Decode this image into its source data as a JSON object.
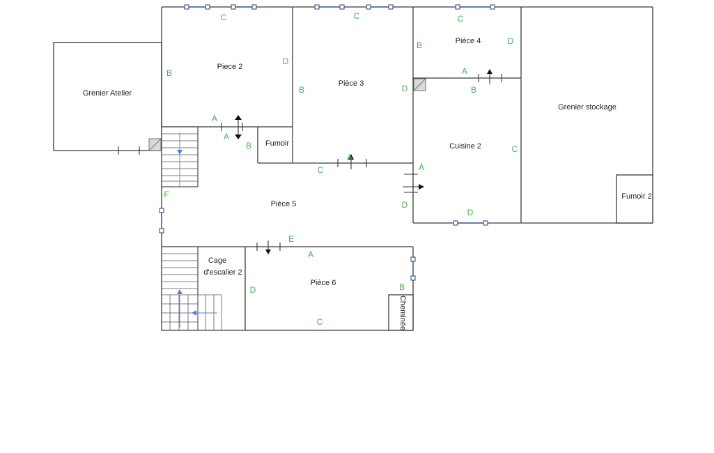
{
  "rooms": {
    "grenier_atelier": "Grenier Atelier",
    "piece2": "Piece 2",
    "piece3": "Pièce 3",
    "piece4": "Pièce 4",
    "grenier_stockage": "Grenier stockage",
    "fumoir": "Fumoir",
    "cuisine2": "Cuisine 2",
    "fumoir2": "Fumoir 2",
    "piece5": "Pièce 5",
    "cage_line1": "Cage",
    "cage_line2": "d'escalier 2",
    "piece6": "Pièce 6",
    "cheminee": "Cheminée"
  },
  "wall_marks": {
    "p2_c": "C",
    "p2_b": "B",
    "p2_d": "D",
    "p2_a": "A",
    "p3_c": "C",
    "p3_b": "B",
    "p3_d": "D",
    "p4_c": "C",
    "p4_b": "B",
    "p4_d": "D",
    "p4_a": "A",
    "cu_b": "B",
    "cu_c": "C",
    "cu_a": "A",
    "cu_d": "D",
    "p5_a": "A",
    "p5_b": "B",
    "p5_c": "C",
    "p5_a2": "A",
    "p5_f": "F",
    "p5_d": "D",
    "p5_e": "E",
    "p6_a": "A",
    "p6_d": "D",
    "p6_b": "B",
    "p6_c": "C"
  },
  "colors": {
    "wall_label": "#4caf50",
    "wall_line": "#3a3a3a",
    "window": "#3f5fae",
    "stair_arrow": "#5b7fce"
  },
  "icons": {
    "window": "window-icon",
    "door": "door-icon",
    "stairs": "stairs-icon",
    "flue": "flue-icon"
  }
}
